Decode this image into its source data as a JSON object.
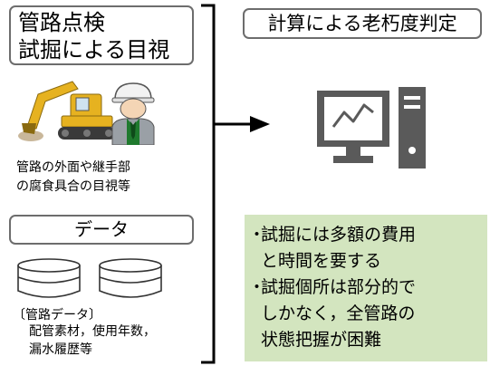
{
  "inspection": {
    "title_lines": [
      "管路点検",
      "試掘による目視"
    ],
    "description_lines": [
      "管路の外面や継手部",
      "の腐食具合の目視等"
    ]
  },
  "data_section": {
    "label": "データ",
    "header": "〔管路データ〕",
    "detail_lines": [
      "配管素材，使用年数，",
      "漏水履歴等"
    ]
  },
  "evaluation": {
    "title": "計算による老朽度判定"
  },
  "issues": [
    {
      "marker": "・",
      "lines": [
        "試掘には多額の費用",
        "と時間を要する"
      ]
    },
    {
      "marker": "・",
      "lines": [
        "試掘個所は部分的で",
        "しかなく，全管路の",
        "状態把握が困難"
      ]
    }
  ],
  "colors": {
    "box_border": "#6d6d6d",
    "bracket": "#000000",
    "computer": "#5a5a5a",
    "monitor_screen": "#ffffff",
    "issue_background": "#d3e5bf",
    "excavator_body": "#e6b220",
    "worker_vest": "#1f7a2e"
  },
  "icons": {
    "excavator": "excavator-icon",
    "worker": "worker-icon",
    "database": "database-icon",
    "computer": "computer-icon",
    "arrow": "arrow-right-icon"
  }
}
